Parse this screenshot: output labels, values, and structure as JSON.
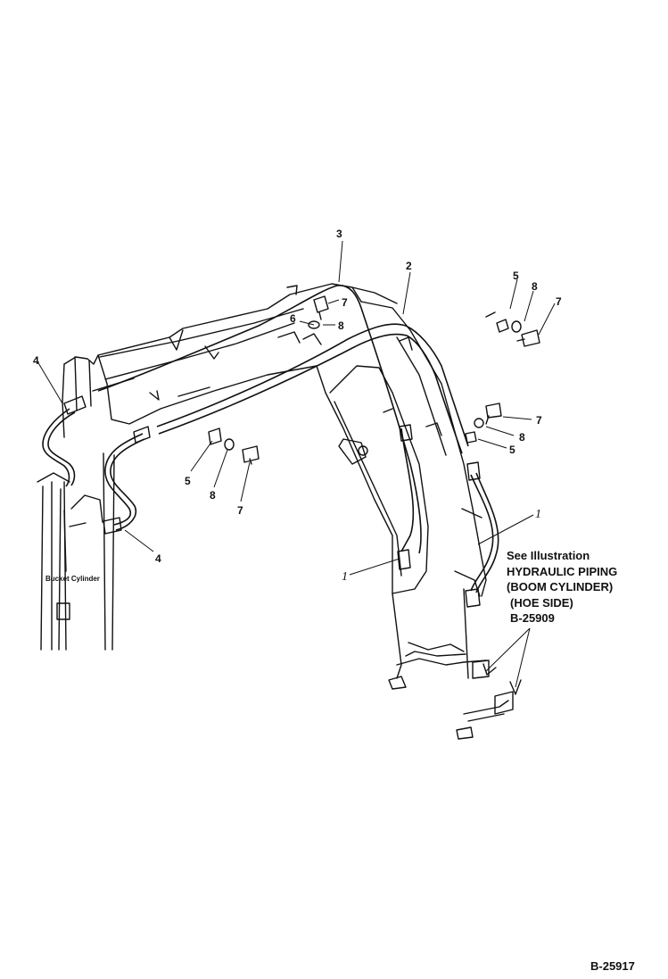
{
  "callouts": {
    "c1a": "1",
    "c1b": "1",
    "c2": "2",
    "c3": "3",
    "c4a": "4",
    "c4b": "4",
    "c5a": "5",
    "c5b": "5",
    "c5c": "5",
    "c6": "6",
    "c7a": "7",
    "c7b": "7",
    "c7c": "7",
    "c7d": "7",
    "c8a": "8",
    "c8b": "8",
    "c8c": "8",
    "c8d": "8"
  },
  "labels": {
    "bucket_cylinder": "Bucket Cylinder"
  },
  "reference": {
    "line1": "See Illustration",
    "line2": "HYDRAULIC PIPING",
    "line3": "(BOOM CYLINDER)",
    "line4": "(HOE SIDE)",
    "line5": "B-25909"
  },
  "figure_code": "B-25917"
}
